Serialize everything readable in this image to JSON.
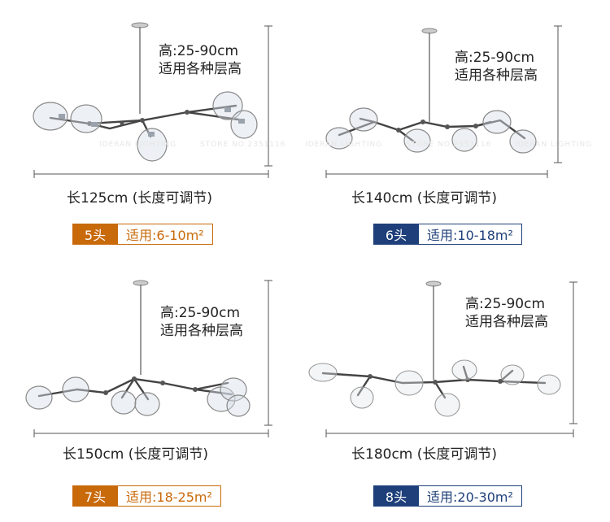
{
  "height_line1": "高:25-90cm",
  "height_line2": "适用各种层高",
  "panels": [
    {
      "width": "长125cm  (长度可调节)",
      "heads": "5头",
      "area": "适用:6-10m²",
      "badge_color": "#c8690a",
      "watermark_left": "IDERAN LIGHTING",
      "watermark_right": "STORE NO.2351116"
    },
    {
      "width": "长140cm  (长度可调节)",
      "heads": "6头",
      "area": "适用:10-18m²",
      "badge_color": "#1e3f7a",
      "watermark_left": "IDERAN LIGHTING",
      "watermark_mid": "STORE NO.2351116",
      "watermark_right": "IDERAN LIGHTING"
    },
    {
      "width": "长150cm  (长度可调节)",
      "heads": "7头",
      "area": "适用:18-25m²",
      "badge_color": "#c8690a"
    },
    {
      "width": "长180cm  (长度可调节)",
      "heads": "8头",
      "area": "适用:20-30m²",
      "badge_color": "#1e3f7a"
    }
  ]
}
